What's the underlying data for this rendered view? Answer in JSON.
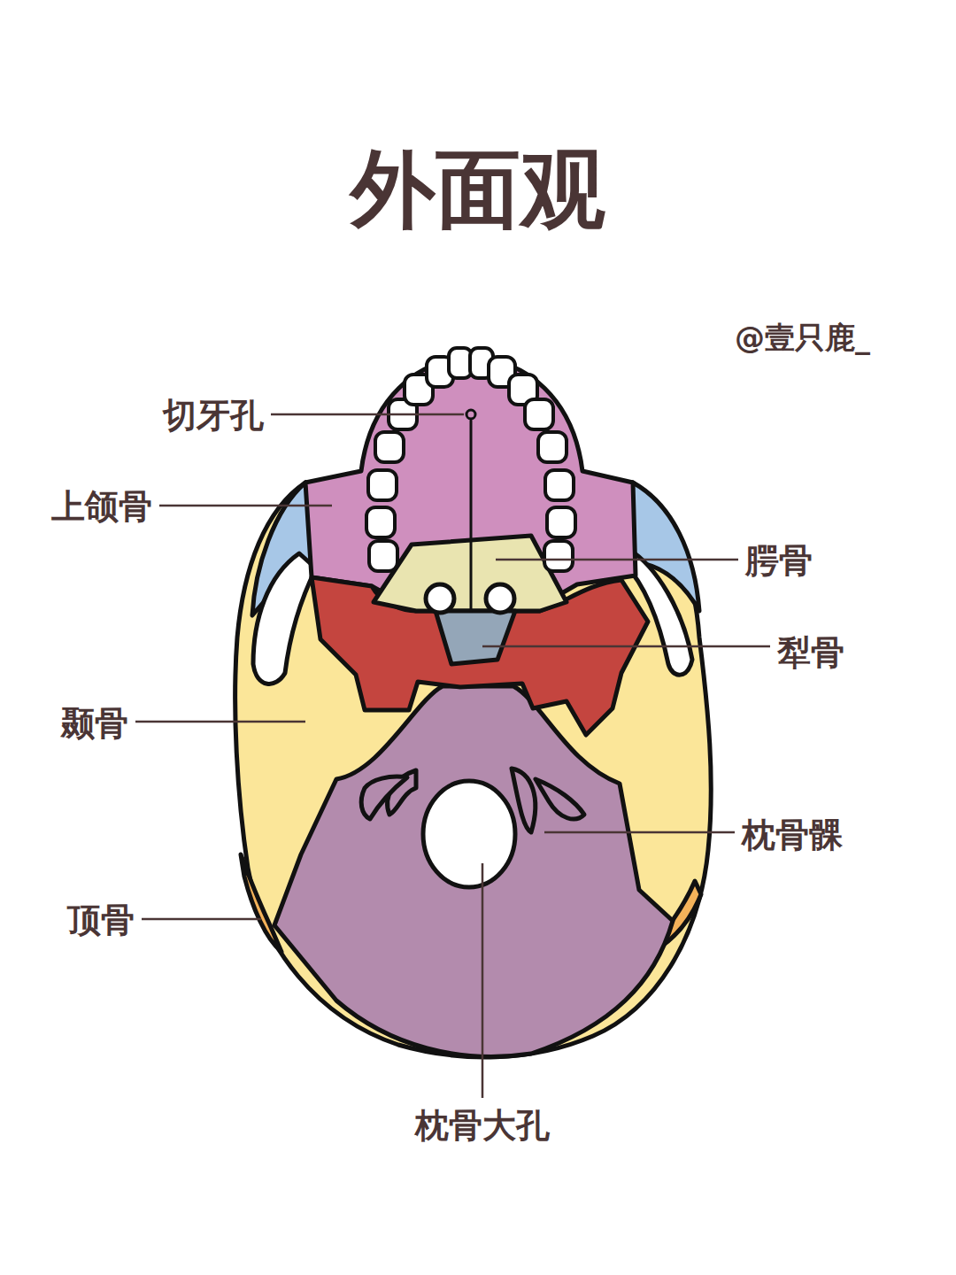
{
  "diagram": {
    "title": "外面观",
    "labels": [
      "切牙孔",
      "上颌骨",
      "腭骨",
      "犁骨",
      "颞骨",
      "枕骨髁",
      "顶骨",
      "枕骨大孔",
      "@壹只鹿_"
    ]
  }
}
